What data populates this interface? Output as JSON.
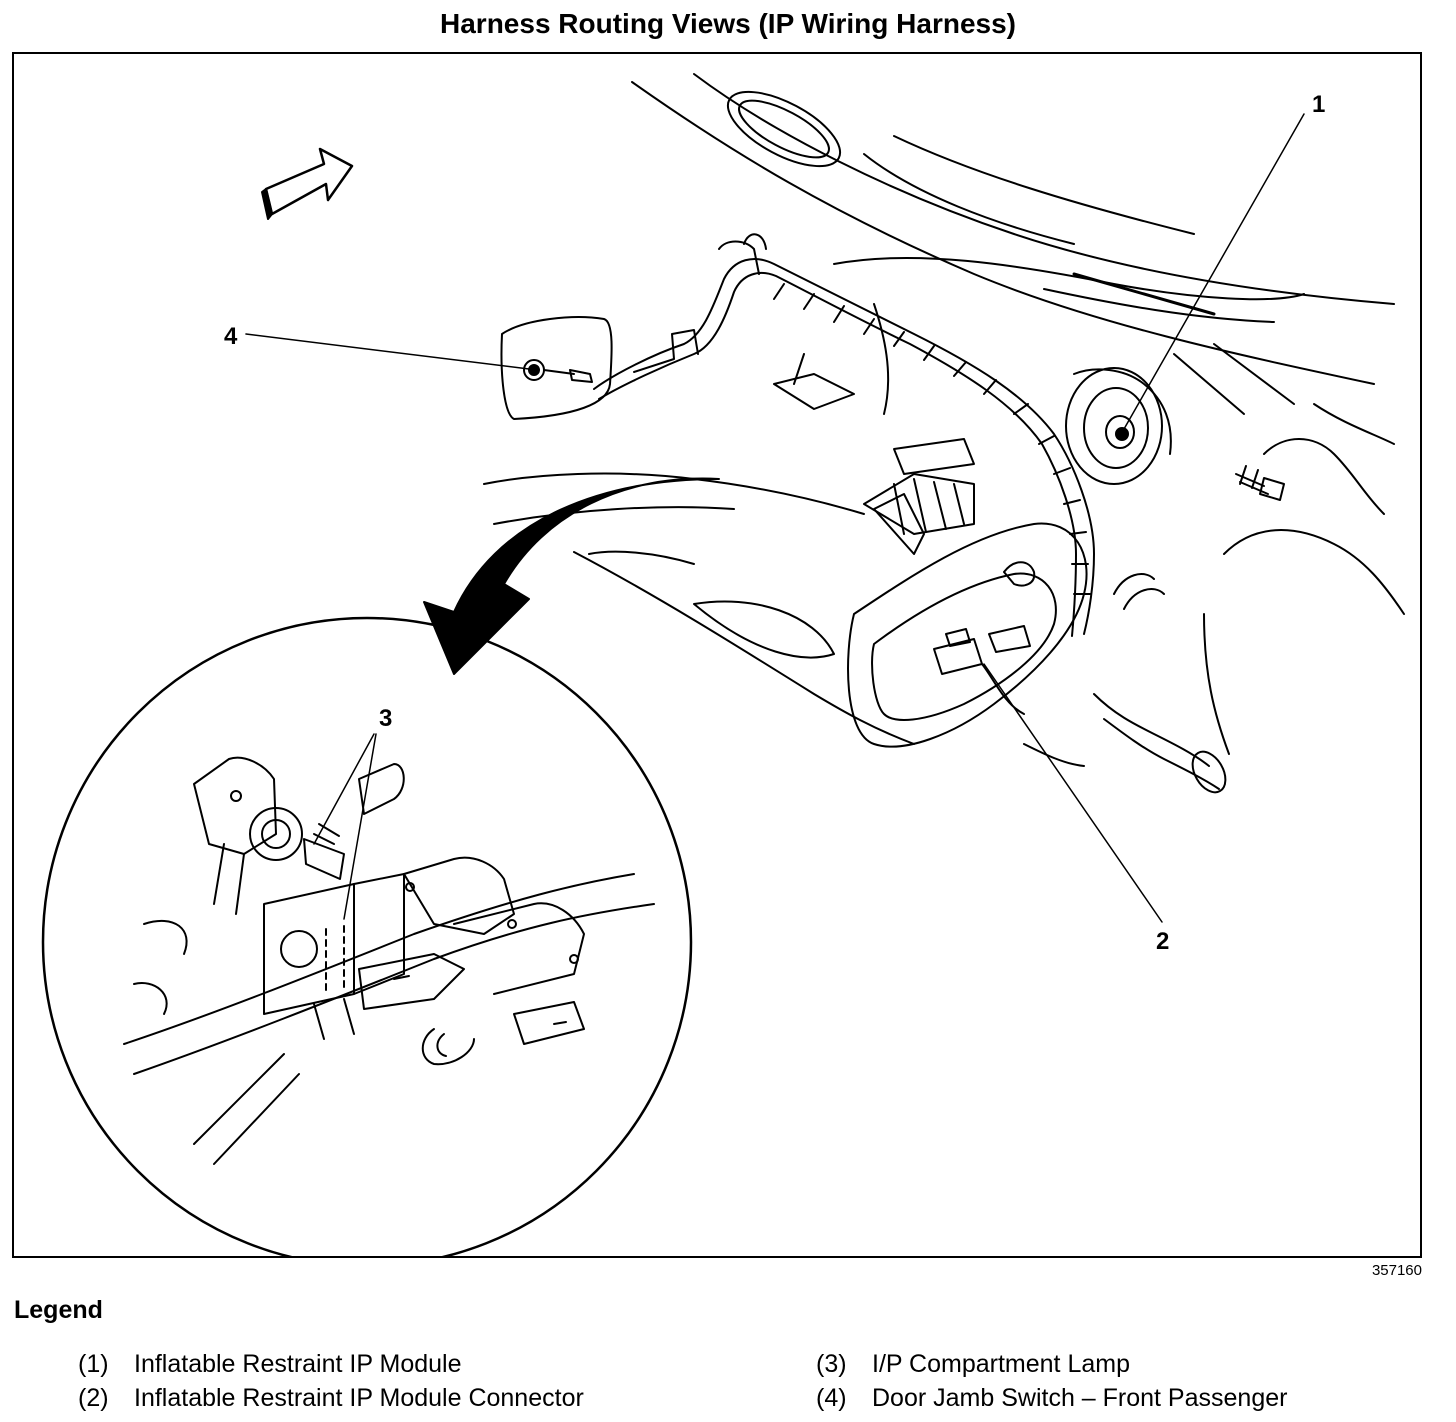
{
  "title": "Harness Routing Views (IP Wiring Harness)",
  "figure_id": "357160",
  "callouts": [
    "1",
    "2",
    "3",
    "4"
  ],
  "legend": {
    "heading": "Legend",
    "items": [
      {
        "num": "(1)",
        "text": "Inflatable Restraint IP Module"
      },
      {
        "num": "(2)",
        "text": "Inflatable Restraint IP Module Connector"
      },
      {
        "num": "(3)",
        "text": "I/P Compartment Lamp"
      },
      {
        "num": "(4)",
        "text": "Door Jamb Switch – Front Passenger"
      }
    ]
  },
  "icons": [
    "direction-arrow-icon",
    "zoom-arrow-icon"
  ]
}
